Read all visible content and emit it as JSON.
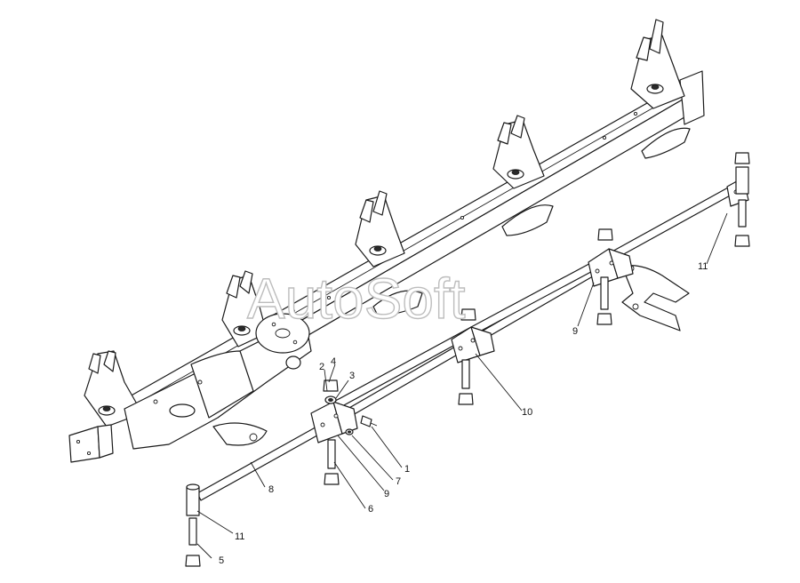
{
  "watermark": "AutoSoft",
  "callouts": {
    "c1": "1",
    "c2": "2",
    "c3": "3",
    "c4": "4",
    "c5": "5",
    "c6": "6",
    "c7": "7",
    "c8": "8",
    "c9a": "9",
    "c9b": "9",
    "c10": "10",
    "c11a": "11",
    "c11b": "11"
  },
  "colors": {
    "line": "#1a1a1a",
    "background": "#ffffff",
    "watermark": "#bdbdbd"
  }
}
